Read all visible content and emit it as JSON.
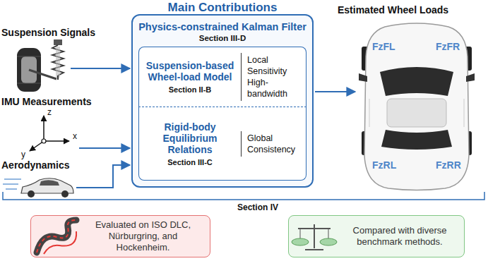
{
  "diagram": {
    "title": "Main Contributions",
    "nodes": [
      {
        "text": [
          "Physics-constrained Kalman Filter",
          "Section III-D"
        ]
      },
      {
        "text": [
          "Suspension-based Wheel-load Model",
          "Section II-B",
          "Local Sensitivity High-bandwidth"
        ],
        "in": 0
      },
      {
        "text": [
          "Rigid-body Equilibrium Relations",
          "Section III-C",
          "Global Consistency"
        ],
        "in": 0
      },
      {
        "text": [
          "Evaluated on ISO DLC, Nürburgring, and Hockenheim."
        ]
      },
      {
        "text": [
          "Compared with diverse benchmark methods."
        ]
      }
    ],
    "labels": [
      "Suspension Signals",
      "IMU Measurements",
      "Aerodynamics",
      "z",
      "y",
      "x",
      "Estimated Wheel Loads",
      "FzFL",
      "FzFR",
      "FzRL",
      "FzRR",
      "Section IV"
    ]
  }
}
